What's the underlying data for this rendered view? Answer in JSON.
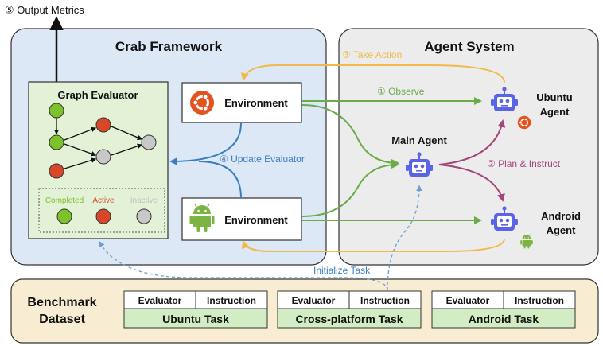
{
  "output_metrics": "⑤ Output Metrics",
  "crab_framework": {
    "title": "Crab Framework"
  },
  "graph_evaluator": {
    "title": "Graph Evaluator",
    "legend": {
      "completed": "Completed",
      "active": "Active",
      "inactive": "Inactive"
    }
  },
  "environment_ubuntu": {
    "label": "Environment"
  },
  "environment_android": {
    "label": "Environment"
  },
  "agent_system": {
    "title": "Agent System"
  },
  "main_agent": {
    "label": "Main Agent"
  },
  "ubuntu_agent": {
    "line1": "Ubuntu",
    "line2": "Agent"
  },
  "android_agent": {
    "line1": "Android",
    "line2": "Agent"
  },
  "edges": {
    "take_action": "③ Take Action",
    "observe": "① Observe",
    "plan_instruct": "② Plan & Instruct",
    "update_evaluator": "④ Update Evaluator",
    "initialize_task": "Initialize Task"
  },
  "benchmark": {
    "title_line1": "Benchmark",
    "title_line2": "Dataset",
    "tasks": [
      {
        "evaluator": "Evaluator",
        "instruction": "Instruction",
        "name": "Ubuntu Task"
      },
      {
        "evaluator": "Evaluator",
        "instruction": "Instruction",
        "name": "Cross-platform Task"
      },
      {
        "evaluator": "Evaluator",
        "instruction": "Instruction",
        "name": "Android Task"
      }
    ]
  },
  "colors": {
    "completed": "#7cc22a",
    "active": "#d9472b",
    "inactive": "#c8c8c8",
    "observe": "#6aab4a",
    "take_action": "#f2b94a",
    "plan": "#a5467a",
    "update": "#3a7ec0",
    "agent": "#5b63e6"
  }
}
